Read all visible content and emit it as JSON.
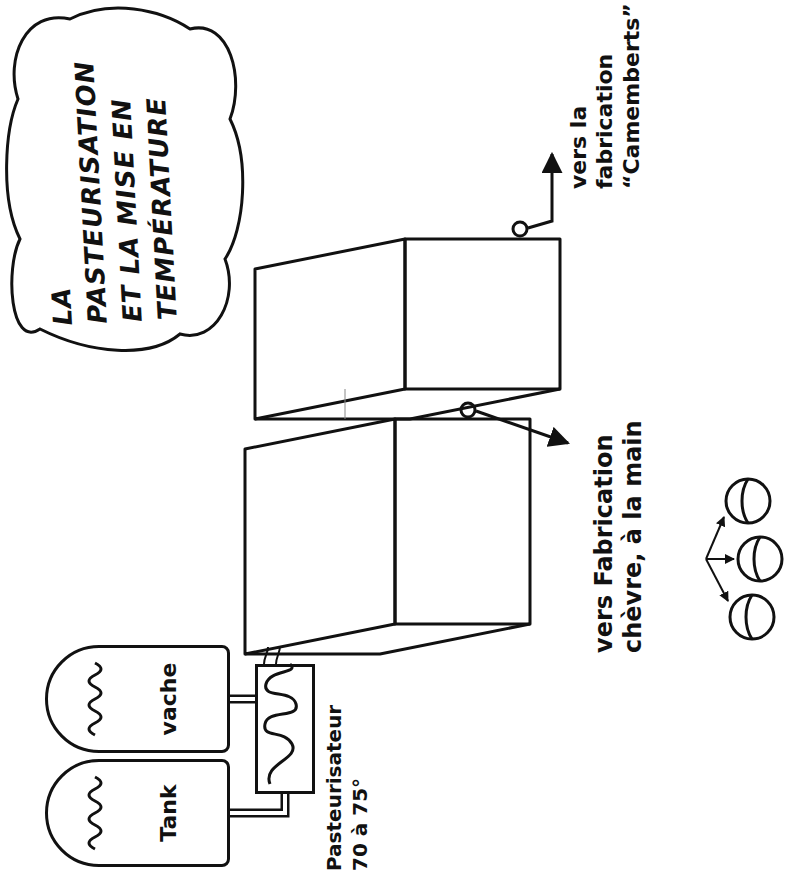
{
  "diagram": {
    "title": "LA PASTEURISATION ET LA MISE EN TEMPÉRATURE",
    "nodes": [
      {
        "text": [
          "Tank"
        ]
      },
      {
        "text": [
          "vache"
        ]
      },
      {
        "text": [
          "Pasteurisateur",
          "70 à 75°"
        ]
      }
    ],
    "edges": [
      {
        "from": 0,
        "to": 2,
        "arrow": "none"
      },
      {
        "from": 1,
        "to": 2,
        "arrow": "none"
      }
    ],
    "labels": [
      "vers Fabrication chèvre, à la main",
      "vers la fabrication “Camemberts”"
    ]
  }
}
